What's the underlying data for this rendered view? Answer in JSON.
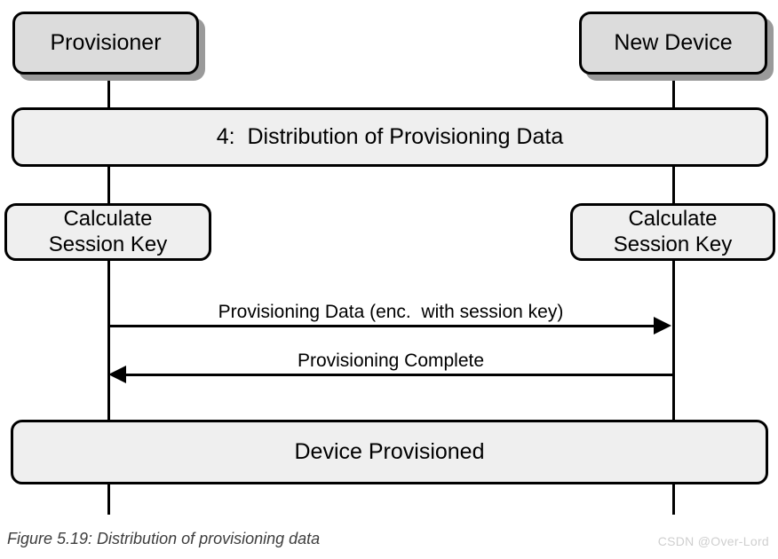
{
  "diagram": {
    "type": "uml-sequence-diagram",
    "actors": [
      {
        "id": "provisioner",
        "label": "Provisioner"
      },
      {
        "id": "new-device",
        "label": "New Device"
      }
    ],
    "frames": [
      {
        "id": "distribution",
        "label": "4:  Distribution of Provisioning Data"
      },
      {
        "id": "provisioned",
        "label": "Device Provisioned"
      }
    ],
    "activities": [
      {
        "id": "calc-left",
        "line1": "Calculate",
        "line2": "Session Key"
      },
      {
        "id": "calc-right",
        "line1": "Calculate",
        "line2": "Session Key"
      }
    ],
    "messages": [
      {
        "id": "provisioning-data",
        "label": "Provisioning Data (enc.  with session key)",
        "from": "provisioner",
        "to": "new-device",
        "direction": "right"
      },
      {
        "id": "provisioning-complete",
        "label": "Provisioning Complete",
        "from": "new-device",
        "to": "provisioner",
        "direction": "left"
      }
    ],
    "colors": {
      "actor_fill": "#dcdcdc",
      "frame_fill": "#efefef",
      "stroke": "#000000",
      "shadow": "#9a9a9a",
      "caption_text": "#3d3d3d",
      "watermark_text": "#cfcfcf",
      "background": "#ffffff"
    }
  },
  "caption": {
    "text": "Figure 5.19: Distribution of provisioning data"
  },
  "watermark": {
    "text": "CSDN @Over-Lord"
  }
}
